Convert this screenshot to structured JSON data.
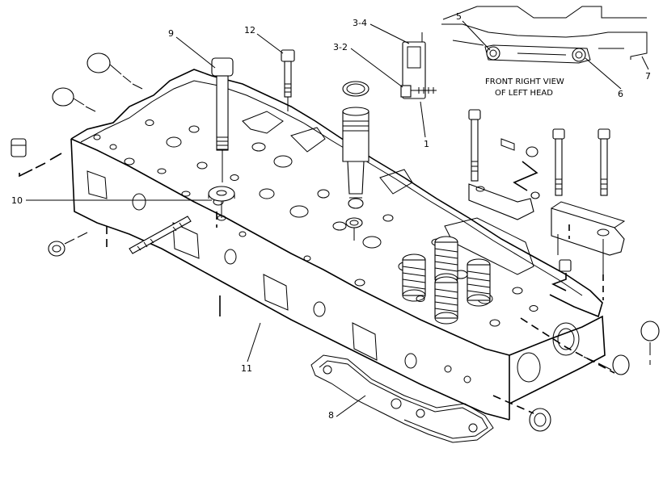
{
  "callouts": {
    "c1": "1",
    "c3_2": "3-2",
    "c3_4": "3-4",
    "c5": "5",
    "c6": "6",
    "c7": "7",
    "c8": "8",
    "c9": "9",
    "c10": "10",
    "c11": "11",
    "c12": "12"
  },
  "inset": {
    "line1": "FRONT RIGHT VIEW",
    "line2": "OF LEFT HEAD"
  },
  "colors": {
    "ink": "#000000",
    "paper": "#ffffff",
    "stipple": "#8a8a8a"
  },
  "icons": [
    "cylinder-head",
    "head-bolt",
    "washer",
    "injector",
    "valve-spring",
    "rocker-bracket",
    "head-gasket",
    "plug",
    "stud"
  ]
}
